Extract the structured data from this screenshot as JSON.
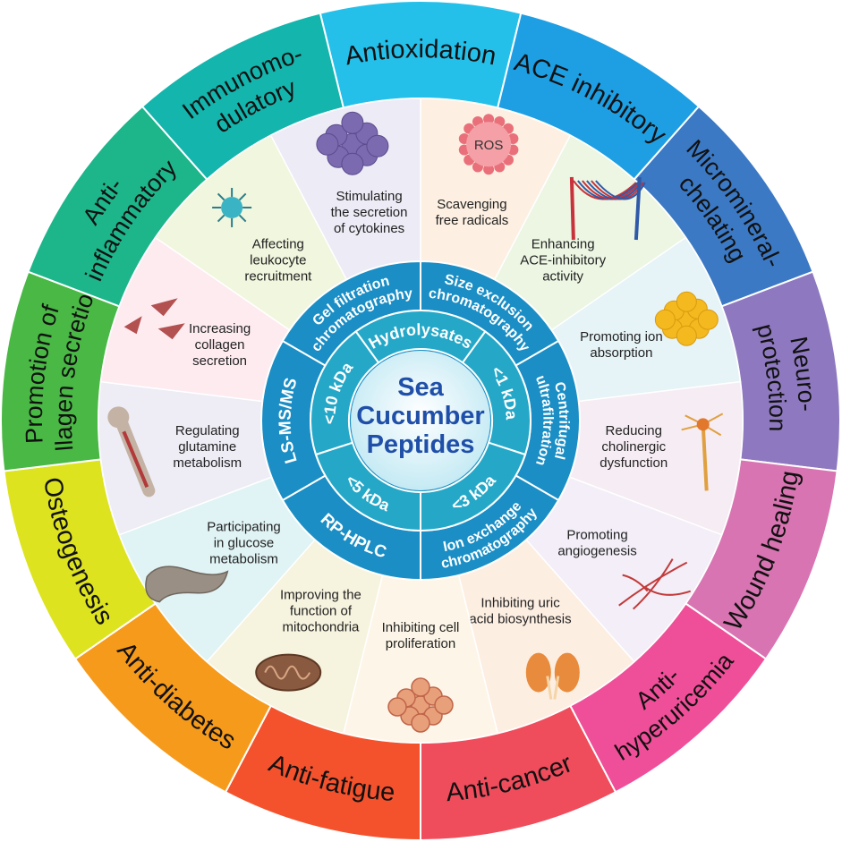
{
  "center": {
    "title_lines": [
      "Sea",
      "Cucumber",
      "Peptides"
    ]
  },
  "outer_ring": [
    {
      "lines": [
        "Antioxidation"
      ],
      "color": "#25c0ea"
    },
    {
      "lines": [
        "ACE inhibitory"
      ],
      "color": "#1e9fe3"
    },
    {
      "lines": [
        "Micromineral-",
        "chelating"
      ],
      "color": "#3c79c4"
    },
    {
      "lines": [
        "Neuro-",
        "protection"
      ],
      "color": "#8e79c0"
    },
    {
      "lines": [
        "Wound healing"
      ],
      "color": "#d874b2"
    },
    {
      "lines": [
        "Anti-",
        "hyperuricemia"
      ],
      "color": "#ef4f98"
    },
    {
      "lines": [
        "Anti-cancer"
      ],
      "color": "#ef4c5c"
    },
    {
      "lines": [
        "Anti-fatigue"
      ],
      "color": "#f4522d"
    },
    {
      "lines": [
        "Anti-diabetes"
      ],
      "color": "#f69a1b"
    },
    {
      "lines": [
        "Osteogenesis"
      ],
      "color": "#dde31f"
    },
    {
      "lines": [
        "Promotion of",
        "collagen secretion"
      ],
      "color": "#49b844"
    },
    {
      "lines": [
        "Anti-",
        "inflammatory"
      ],
      "color": "#1db58a"
    },
    {
      "lines": [
        "Immunomo-",
        "dulatory"
      ],
      "color": "#13b5ad"
    }
  ],
  "middle_ring": [
    {
      "lines": [
        "Scavenging",
        "free radicals"
      ],
      "badge": "ROS",
      "icon": "ros-cell-icon",
      "bg": "#fdf0e2"
    },
    {
      "lines": [
        "Enhancing",
        "ACE-inhibitory",
        "activity"
      ],
      "icon": "blood-vessels-icon",
      "bg": "#ecf6e3"
    },
    {
      "lines": [
        "Promoting ion",
        "absorption"
      ],
      "icon": "mineral-cluster-icon",
      "bg": "#e6f3f7"
    },
    {
      "lines": [
        "Reducing",
        "cholinergic",
        "dysfunction"
      ],
      "icon": "neuron-icon",
      "bg": "#f6ecf3"
    },
    {
      "lines": [
        "Promoting",
        "angiogenesis"
      ],
      "icon": "capillary-icon",
      "bg": "#f3eef7"
    },
    {
      "lines": [
        "Inhibiting uric",
        "acid biosynthesis"
      ],
      "icon": "kidneys-icon",
      "bg": "#fdeee2"
    },
    {
      "lines": [
        "Inhibiting cell",
        "proliferation"
      ],
      "icon": "cell-cluster-icon",
      "bg": "#fdf6e8"
    },
    {
      "lines": [
        "Improving the",
        "function of",
        "mitochondria"
      ],
      "icon": "mitochondria-icon",
      "bg": "#f6f3de"
    },
    {
      "lines": [
        "Participating",
        "in glucose",
        "metabolism"
      ],
      "icon": "pancreas-icon",
      "bg": "#e0f3f5"
    },
    {
      "lines": [
        "Regulating",
        "glutamine",
        "metabolism"
      ],
      "icon": "bone-icon",
      "bg": "#eeecf5"
    },
    {
      "lines": [
        "Increasing",
        "collagen",
        "secretion"
      ],
      "icon": "fibroblast-icon",
      "bg": "#fdebf0"
    },
    {
      "lines": [
        "Affecting",
        "leukocyte",
        "recruitment"
      ],
      "icon": "leukocyte-icon",
      "bg": "#f1f6de"
    },
    {
      "lines": [
        "Stimulating",
        "the secretion",
        "of cytokines"
      ],
      "icon": "immune-cell-icon",
      "bg": "#ecebf6"
    }
  ],
  "method_ring": [
    {
      "lines": [
        "Size exclusion",
        "chromatography"
      ]
    },
    {
      "lines": [
        "Centrifugal",
        "ultrafiltration"
      ]
    },
    {
      "lines": [
        "Ion exchange",
        "chromatography"
      ]
    },
    {
      "lines": [
        "RP-HPLC"
      ]
    },
    {
      "lines": [
        "LS-MS/MS"
      ]
    },
    {
      "lines": [
        "Gel filtration",
        "chromatography"
      ]
    }
  ],
  "fraction_ring": [
    {
      "lines": [
        "Hydrolysates"
      ]
    },
    {
      "lines": [
        "<1 kDa"
      ]
    },
    {
      "lines": [
        "<3 kDa"
      ]
    },
    {
      "lines": [
        "<5 kDa"
      ]
    },
    {
      "lines": [
        "<10 kDa"
      ]
    }
  ],
  "colors": {
    "method_ring": "#1a8ec5",
    "fraction_ring": "#25a8c8",
    "center_bg": "#e8f7fb",
    "center_text": "#1f4fa8",
    "divider": "#ffffff"
  }
}
